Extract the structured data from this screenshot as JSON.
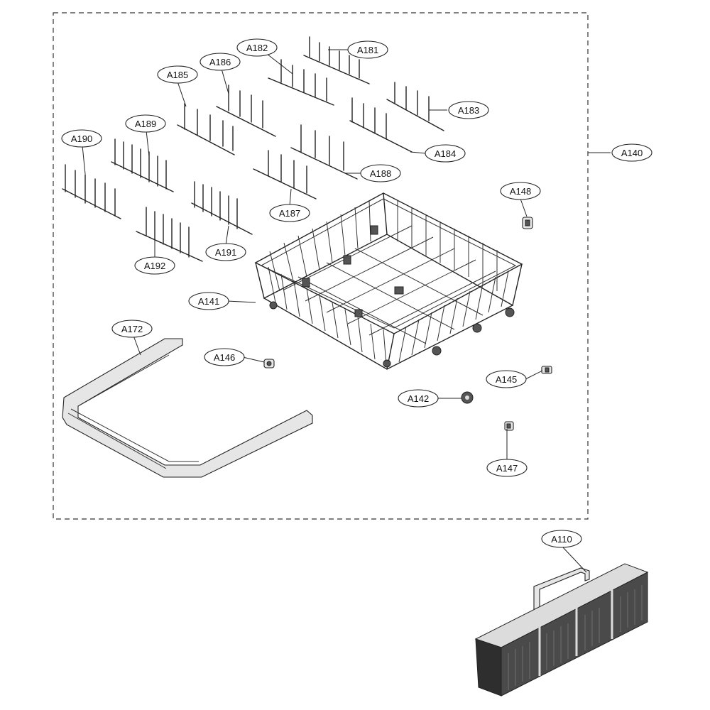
{
  "callouts": [
    {
      "id": "A181",
      "label": "A181"
    },
    {
      "id": "A182",
      "label": "A182"
    },
    {
      "id": "A183",
      "label": "A183"
    },
    {
      "id": "A184",
      "label": "A184"
    },
    {
      "id": "A185",
      "label": "A185"
    },
    {
      "id": "A186",
      "label": "A186"
    },
    {
      "id": "A187",
      "label": "A187"
    },
    {
      "id": "A188",
      "label": "A188"
    },
    {
      "id": "A189",
      "label": "A189"
    },
    {
      "id": "A190",
      "label": "A190"
    },
    {
      "id": "A191",
      "label": "A191"
    },
    {
      "id": "A192",
      "label": "A192"
    },
    {
      "id": "A140",
      "label": "A140"
    },
    {
      "id": "A148",
      "label": "A148"
    },
    {
      "id": "A141",
      "label": "A141"
    },
    {
      "id": "A172",
      "label": "A172"
    },
    {
      "id": "A146",
      "label": "A146"
    },
    {
      "id": "A145",
      "label": "A145"
    },
    {
      "id": "A142",
      "label": "A142"
    },
    {
      "id": "A147",
      "label": "A147"
    },
    {
      "id": "A110",
      "label": "A110"
    }
  ]
}
